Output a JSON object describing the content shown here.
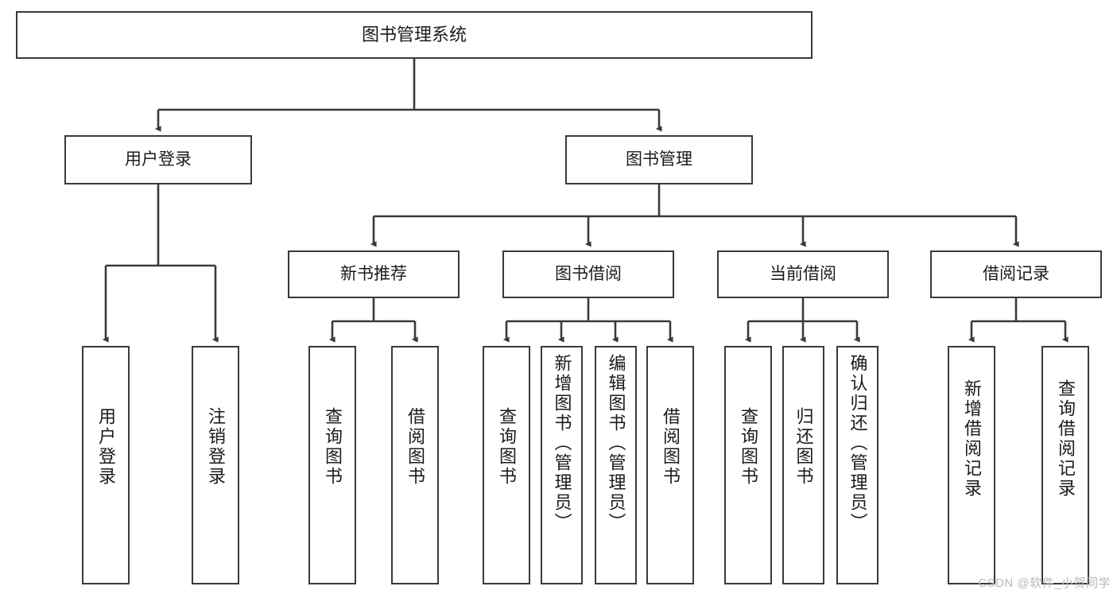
{
  "diagram": {
    "title": "图书管理系统",
    "watermark": "CSDN @软件_小贺同学",
    "stroke_color": "#3a3a3a",
    "text_color": "#1b1b1b",
    "background_color": "#ffffff",
    "type": "tree-hierarchy-diagram",
    "levels": {
      "root": "图书管理系统",
      "level2": [
        "用户登录",
        "图书管理"
      ],
      "level3": [
        "新书推荐",
        "图书借阅",
        "当前借阅",
        "借阅记录"
      ],
      "level4": [
        "用户登录",
        "注销登录",
        "查询图书",
        "借阅图书",
        "查询图书",
        "新增图书（管理员）",
        "编辑图书（管理员）",
        "借阅图书",
        "查询图书",
        "归还图书",
        "确认归还（管理员）",
        "新增借阅记录",
        "查询借阅记录"
      ]
    },
    "nodes": {
      "root": {
        "label": "图书管理系统"
      },
      "user_login": {
        "label": "用户登录"
      },
      "book_manage": {
        "label": "图书管理"
      },
      "new_book_rec": {
        "label": "新书推荐"
      },
      "book_borrow": {
        "label": "图书借阅"
      },
      "current_borrow": {
        "label": "当前借阅"
      },
      "borrow_record": {
        "label": "借阅记录"
      },
      "leaf_user_login": {
        "label": "用户登录"
      },
      "leaf_logout": {
        "label": "注销登录"
      },
      "leaf_query_book_a": {
        "label": "查询图书"
      },
      "leaf_borrow_book_a": {
        "label": "借阅图书"
      },
      "leaf_query_book_b": {
        "label": "查询图书"
      },
      "leaf_add_book": {
        "label": "新增图书（管理员）"
      },
      "leaf_edit_book": {
        "label": "编辑图书（管理员）"
      },
      "leaf_borrow_book_b": {
        "label": "借阅图书"
      },
      "leaf_query_book_c": {
        "label": "查询图书"
      },
      "leaf_return_book": {
        "label": "归还图书"
      },
      "leaf_confirm_return": {
        "label": "确认归还（管理员）"
      },
      "leaf_add_record": {
        "label": "新增借阅记录"
      },
      "leaf_query_record": {
        "label": "查询借阅记录"
      }
    }
  }
}
